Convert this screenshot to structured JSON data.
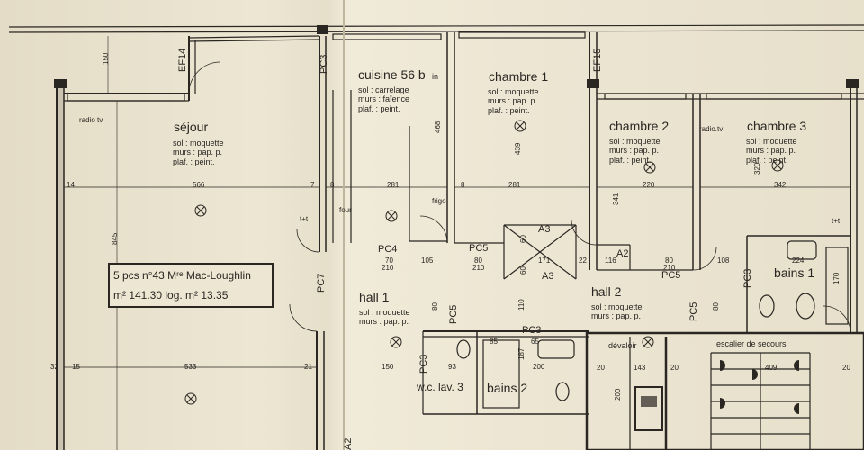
{
  "rooms": {
    "sejour": {
      "name": "séjour",
      "sol": "sol : moquette",
      "murs": "murs : pap. p.",
      "plaf": "plaf. : peint."
    },
    "cuisine": {
      "name": "cuisine 56 b",
      "suffix": "in",
      "sol": "sol : carrelage",
      "murs": "murs : faïence",
      "plaf": "plaf. : peint."
    },
    "chambre1": {
      "name": "chambre 1",
      "sol": "sol : moquette",
      "murs": "murs : pap. p.",
      "plaf": "plaf. : peint."
    },
    "chambre2": {
      "name": "chambre 2",
      "sol": "sol : moquette",
      "murs": "murs : pap. p.",
      "plaf": "plaf. : peint."
    },
    "chambre3": {
      "name": "chambre 3",
      "sol": "sol : moquette",
      "murs": "murs : pap. p.",
      "plaf": "plaf. : peint."
    },
    "hall1": {
      "name": "hall 1",
      "sol": "sol : moquette",
      "murs": "murs : pap. p."
    },
    "hall2": {
      "name": "hall 2",
      "sol": "sol : moquette",
      "murs": "murs : pap. p."
    },
    "bains1": {
      "name": "bains 1"
    },
    "bains2": {
      "name": "bains 2"
    },
    "wc": {
      "name": "w.c. lav. 3"
    },
    "devaloir": {
      "name": "dévaloir"
    },
    "escalier": {
      "name": "escalier de secours"
    }
  },
  "info_box": {
    "line1": "5 pcs n°43 Mʳᵉ Mac-Loughlin",
    "line2": "m² 141.30 log. m² 13.35"
  },
  "tags": {
    "ef14": "EF14",
    "ef15": "EF15",
    "pc3_top": "PC3",
    "pc4": "PC4",
    "pc5_a": "PC5",
    "pc5_b": "PC5",
    "pc5_c": "PC5",
    "pc5_d": "PC5",
    "pc7": "PC7",
    "pc3_mid": "PC3",
    "pc3_lower": "PC3",
    "pc3_b": "PC3",
    "a2": "A2",
    "a3_top": "A3",
    "a3_bot": "A3",
    "a2_b": "A2"
  },
  "notes": {
    "radio_tv_1": "radio tv",
    "radio_tv_2": "radio.tv",
    "frigo": "frigo",
    "t_t_1": "t+t",
    "t_t_2": "t+t",
    "four": "four"
  },
  "dimensions": {
    "d150": "150",
    "d566": "566",
    "d845": "845",
    "d281a": "281",
    "d281b": "281",
    "d439": "439",
    "d468": "468",
    "d220": "220",
    "d342": "342",
    "d341": "341",
    "d320": "320",
    "d533": "533",
    "d15": "15",
    "d21": "21",
    "d150b": "150",
    "d171": "171",
    "d116": "116",
    "d108": "108",
    "d210a": "210",
    "d210b": "210",
    "d210c": "210",
    "d105": "105",
    "d70": "70",
    "d80a": "80",
    "d80b": "80",
    "d80c": "80",
    "d80d": "80",
    "d93": "93",
    "d200a": "200",
    "d200b": "200",
    "d143": "143",
    "d409": "409",
    "d20a": "20",
    "d20b": "20",
    "d20c": "20",
    "d60a": "60",
    "d60b": "60",
    "d224": "224",
    "d170": "170",
    "d14": "14",
    "d32": "32",
    "d7a": "7",
    "d8a": "8",
    "d8b": "8",
    "d22": "22",
    "d110": "110",
    "d187": "187",
    "d65": "65",
    "d85": "85"
  },
  "colors": {
    "ink": "#2a2622",
    "paper": "#ece6d3"
  }
}
